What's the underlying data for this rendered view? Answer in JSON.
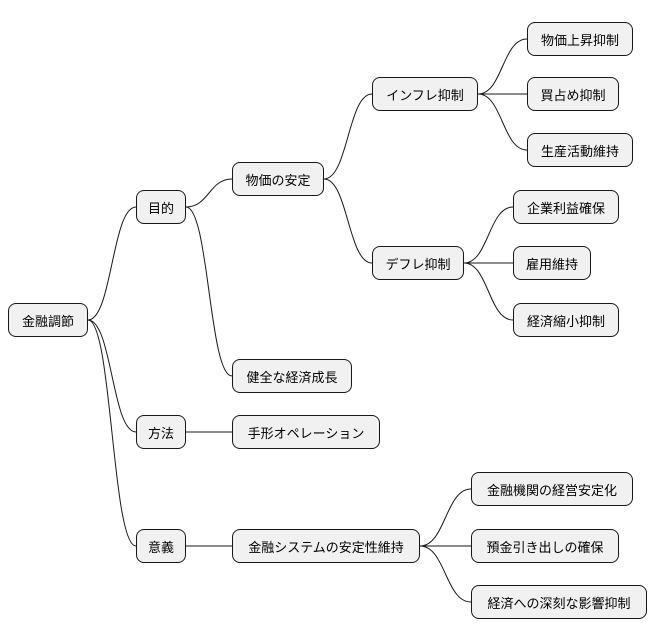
{
  "mindmap": {
    "root": "金融調節",
    "branches": {
      "purpose": {
        "label": "目的",
        "price_stability": {
          "label": "物価の安定",
          "inflation": {
            "label": "インフレ抑制",
            "children": [
              "物価上昇抑制",
              "買占め抑制",
              "生産活動維持"
            ]
          },
          "deflation": {
            "label": "デフレ抑制",
            "children": [
              "企業利益確保",
              "雇用維持",
              "経済縮小抑制"
            ]
          }
        },
        "growth": "健全な経済成長"
      },
      "method": {
        "label": "方法",
        "operation": "手形オペレーション"
      },
      "significance": {
        "label": "意義",
        "system_stability": {
          "label": "金融システムの安定性維持",
          "children": [
            "金融機関の経営安定化",
            "預金引き出しの確保",
            "経済への深刻な影響抑制"
          ]
        }
      }
    }
  },
  "colors": {
    "node_fill": "#f1f1f1",
    "node_border": "#181818",
    "edge": "#181818"
  }
}
